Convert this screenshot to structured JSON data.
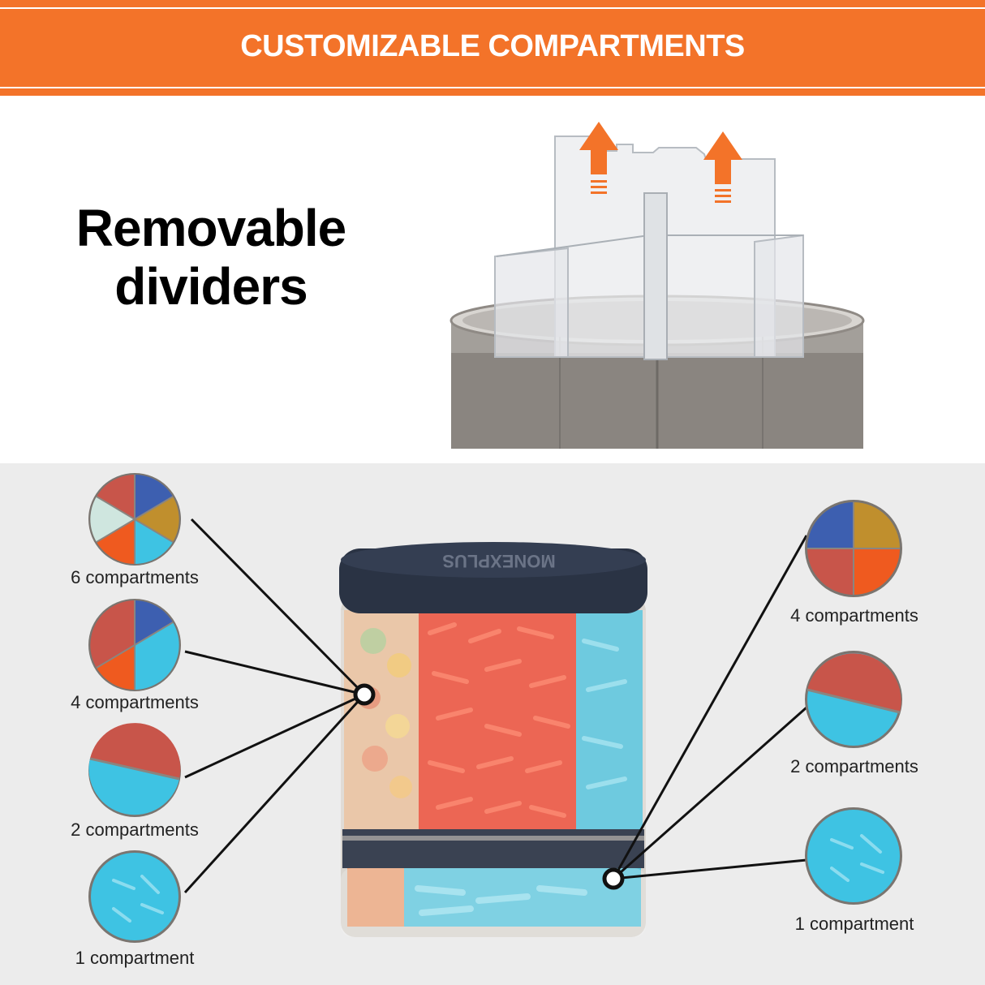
{
  "banner": {
    "title": "CUSTOMIZABLE COMPARTMENTS"
  },
  "headline": {
    "line1": "Removable",
    "line2": "dividers"
  },
  "left_options": [
    {
      "label": "6 compartments"
    },
    {
      "label": "4 compartments"
    },
    {
      "label": "2 compartments"
    },
    {
      "label": "1 compartment"
    }
  ],
  "right_options": [
    {
      "label": "4 compartments"
    },
    {
      "label": "2 compartments"
    },
    {
      "label": "1 compartment"
    }
  ],
  "product": {
    "lid_text": "MONEXPLUS"
  },
  "colors": {
    "accent": "#f37329",
    "panel": "#ececec",
    "lid": "#2a3344",
    "red_pill": "#e8452f",
    "blue_pill": "#3fc3e0"
  }
}
